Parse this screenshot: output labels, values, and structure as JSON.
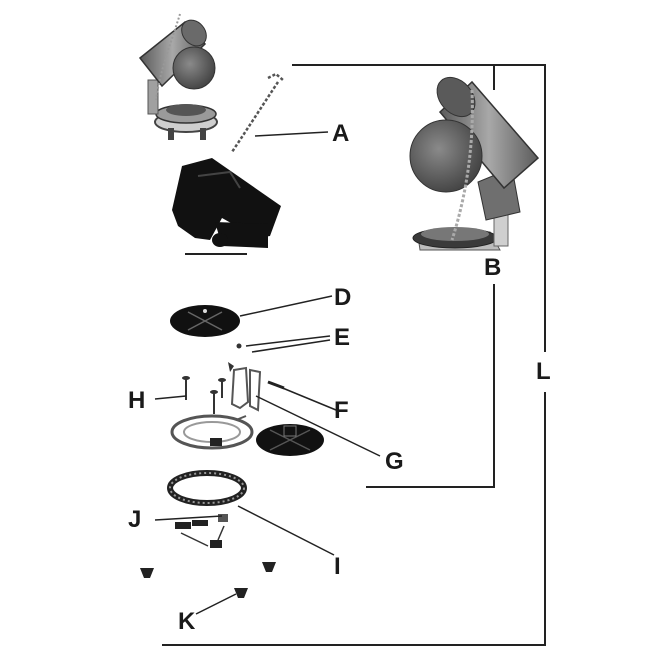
{
  "callouts": {
    "A": "A",
    "B": "B",
    "D": "D",
    "E": "E",
    "F": "F",
    "G": "G",
    "H": "H",
    "I": "I",
    "J": "J",
    "K": "K",
    "L": "L"
  },
  "colors": {
    "line": "#222222",
    "part_dark": "#111111",
    "part_gray": "#777777",
    "part_light": "#bdbdbd"
  }
}
